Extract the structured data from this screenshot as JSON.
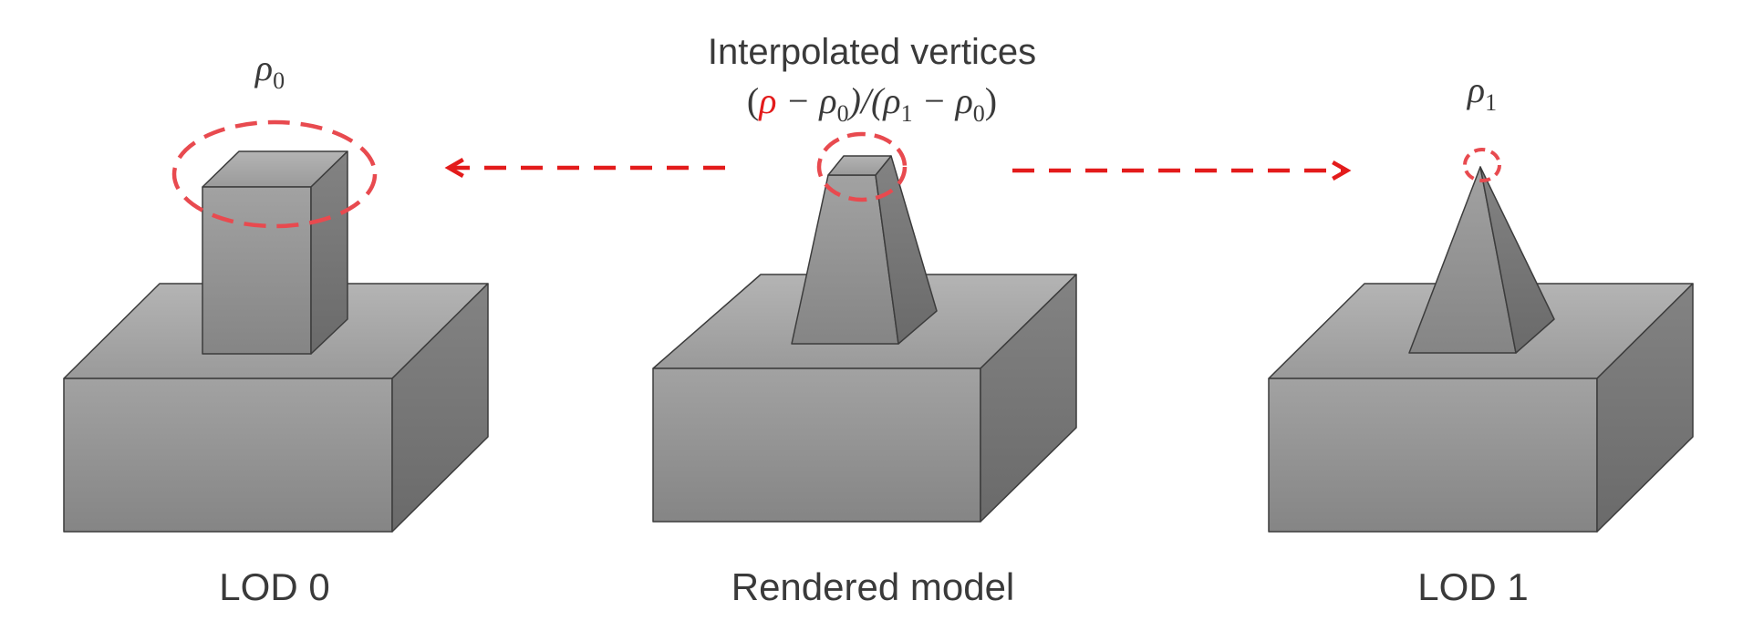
{
  "labels": {
    "rho0": "ρ",
    "rho0_sub": "0",
    "rho1": "ρ",
    "rho1_sub": "1",
    "header": "Interpolated vertices",
    "formula": {
      "open": "(",
      "rho_red": "ρ",
      "minus1": " − ρ",
      "sub0a": "0",
      "mid": ")/(ρ",
      "sub1": "1",
      "minus2": " − ρ",
      "sub0b": "0",
      "close": ")"
    },
    "lod0": "LOD 0",
    "rendered": "Rendered model",
    "lod1": "LOD 1"
  },
  "colors": {
    "highlight": "#e31b1b",
    "text": "#3a3a3a",
    "edge": "#3c3c3c"
  }
}
